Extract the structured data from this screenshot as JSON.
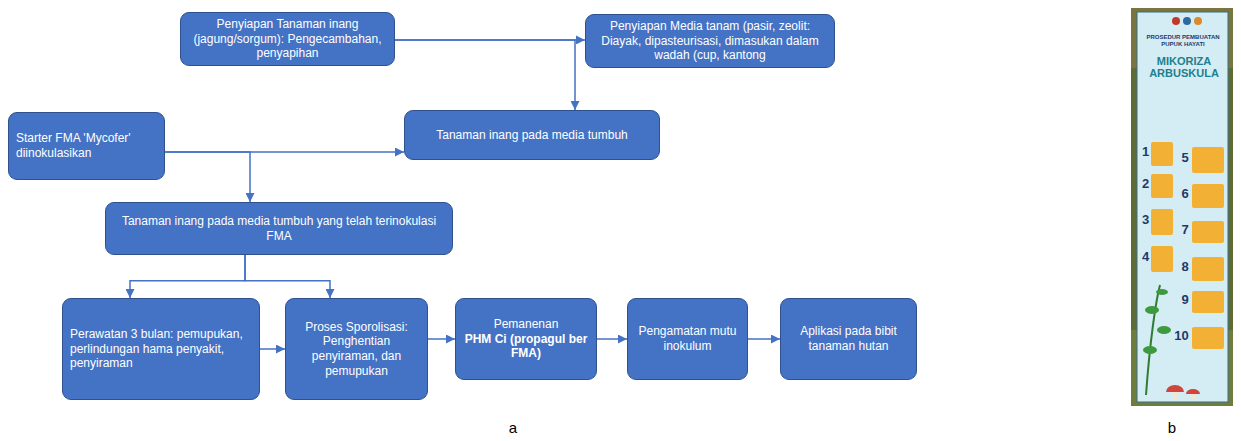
{
  "diagram": {
    "nodes": [
      {
        "text": [
          "Penyiapan Tanaman inang (jagung/sorgum): Pengecambahan, penyapihan"
        ]
      },
      {
        "text": [
          "Penyiapan Media tanam (pasir, zeolit: Diayak, dipasteurisasi, dimasukan dalam wadah (cup, kantong"
        ]
      },
      {
        "text": [
          "Starter FMA 'Mycofer' diinokulasikan"
        ]
      },
      {
        "text": [
          "Tanaman inang pada media tumbuh"
        ]
      },
      {
        "text": [
          "Tanaman inang pada media tumbuh yang telah terinokulasi FMA"
        ]
      },
      {
        "text": [
          "Perawatan 3 bulan: pemupukan, perlindungan hama penyakit, penyiraman"
        ]
      },
      {
        "text": [
          "Proses Sporolisasi: Penghentian penyiraman, dan pemupukan"
        ]
      },
      {
        "text": [
          "Pemanenan",
          "PHM Ci (propagul ber FMA)"
        ]
      },
      {
        "text": [
          "Pengamatan mutu inokulum"
        ]
      },
      {
        "text": [
          "Aplikasi pada bibit tanaman hutan"
        ]
      }
    ],
    "edges": [
      {
        "from": 0,
        "to": 1,
        "arrow": "to"
      },
      {
        "from": 0,
        "to": 3,
        "arrow": "to"
      },
      {
        "from": 2,
        "to": 3,
        "arrow": "to"
      },
      {
        "from": 2,
        "to": 4,
        "arrow": "to"
      },
      {
        "from": 4,
        "to": 5,
        "arrow": "to"
      },
      {
        "from": 4,
        "to": 6,
        "arrow": "to"
      },
      {
        "from": 5,
        "to": 6,
        "arrow": "to"
      },
      {
        "from": 6,
        "to": 7,
        "arrow": "to"
      },
      {
        "from": 7,
        "to": 8,
        "arrow": "to"
      },
      {
        "from": 8,
        "to": 9,
        "arrow": "to"
      }
    ],
    "labels": [
      "a",
      "b",
      "PROSEDUR PEMBUATAN PUPUK HAYATI",
      "MIKORIZA ARBUSKULA",
      "1",
      "2",
      "3",
      "4",
      "5",
      "6",
      "7",
      "8",
      "9",
      "10"
    ]
  }
}
